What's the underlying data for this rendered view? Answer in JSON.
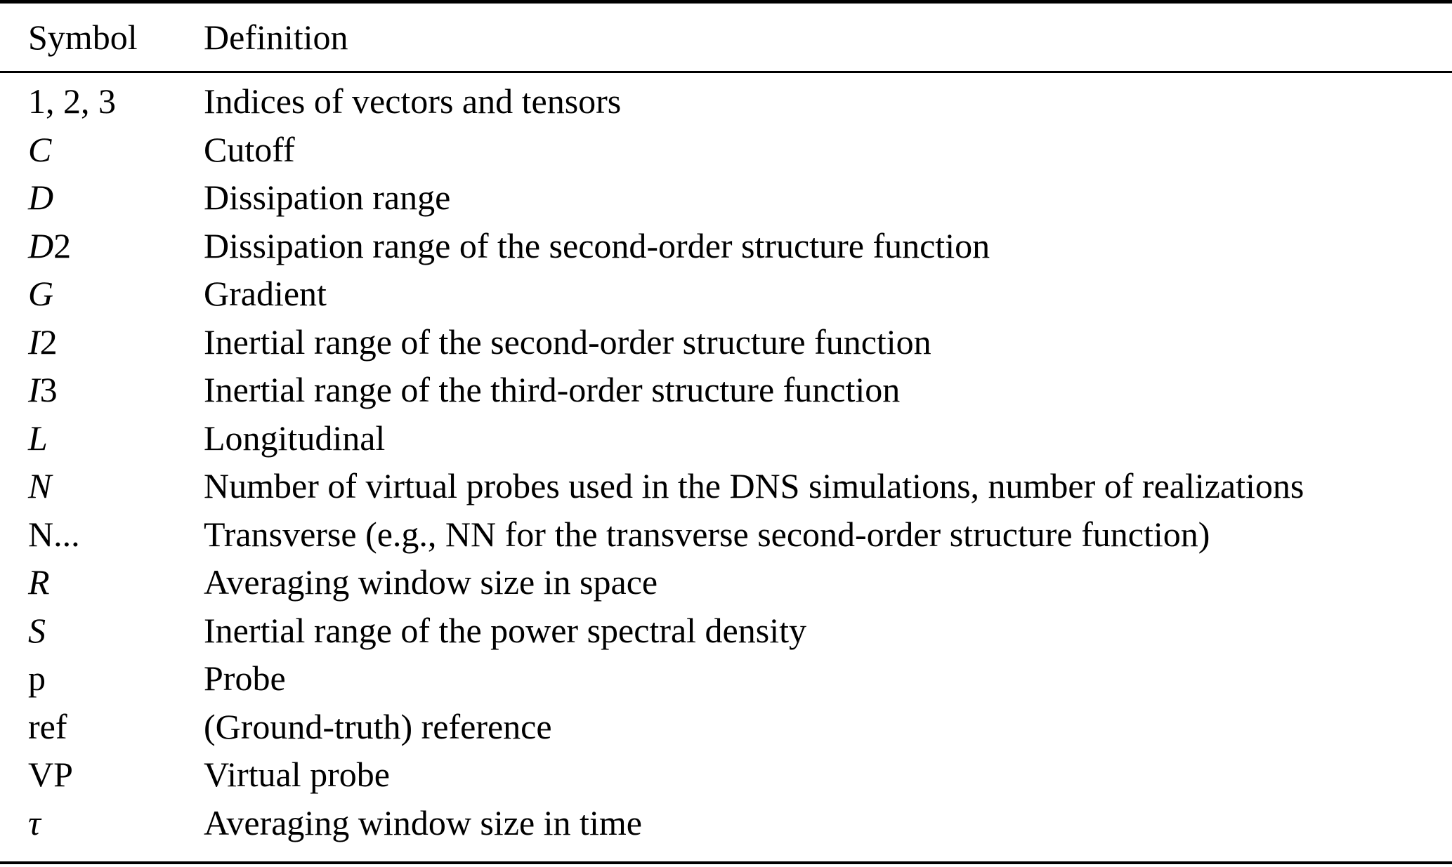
{
  "table": {
    "colors": {
      "text": "#000000",
      "background": "#ffffff",
      "rule": "#000000"
    },
    "columns": [
      {
        "label": "Symbol"
      },
      {
        "label": "Definition"
      }
    ],
    "rows": [
      {
        "symbol_italic": "",
        "symbol_upright": "1, 2, 3",
        "definition": "Indices of vectors and tensors"
      },
      {
        "symbol_italic": "C",
        "symbol_upright": "",
        "definition": "Cutoff"
      },
      {
        "symbol_italic": "D",
        "symbol_upright": "",
        "definition": "Dissipation range"
      },
      {
        "symbol_italic": "D",
        "symbol_upright": "2",
        "definition": "Dissipation range of the second-order structure function"
      },
      {
        "symbol_italic": "G",
        "symbol_upright": "",
        "definition": "Gradient"
      },
      {
        "symbol_italic": "I",
        "symbol_upright": "2",
        "definition": "Inertial range of the second-order structure function"
      },
      {
        "symbol_italic": "I",
        "symbol_upright": "3",
        "definition": "Inertial range of the third-order structure function"
      },
      {
        "symbol_italic": "L",
        "symbol_upright": "",
        "definition": "Longitudinal"
      },
      {
        "symbol_italic": "N",
        "symbol_upright": "",
        "definition": "Number of virtual probes used in the DNS simulations, number of realizations"
      },
      {
        "symbol_italic": "",
        "symbol_upright": "N...",
        "definition": "Transverse (e.g., NN for the transverse second-order structure function)"
      },
      {
        "symbol_italic": "R",
        "symbol_upright": "",
        "definition": "Averaging window size in space"
      },
      {
        "symbol_italic": "S",
        "symbol_upright": "",
        "definition": "Inertial range of the power spectral density"
      },
      {
        "symbol_italic": "",
        "symbol_upright": "p",
        "definition": "Probe"
      },
      {
        "symbol_italic": "",
        "symbol_upright": "ref",
        "definition": "(Ground-truth) reference"
      },
      {
        "symbol_italic": "",
        "symbol_upright": "VP",
        "definition": "Virtual probe"
      },
      {
        "symbol_italic": "τ",
        "symbol_upright": "",
        "definition": "Averaging window size in time"
      }
    ]
  }
}
